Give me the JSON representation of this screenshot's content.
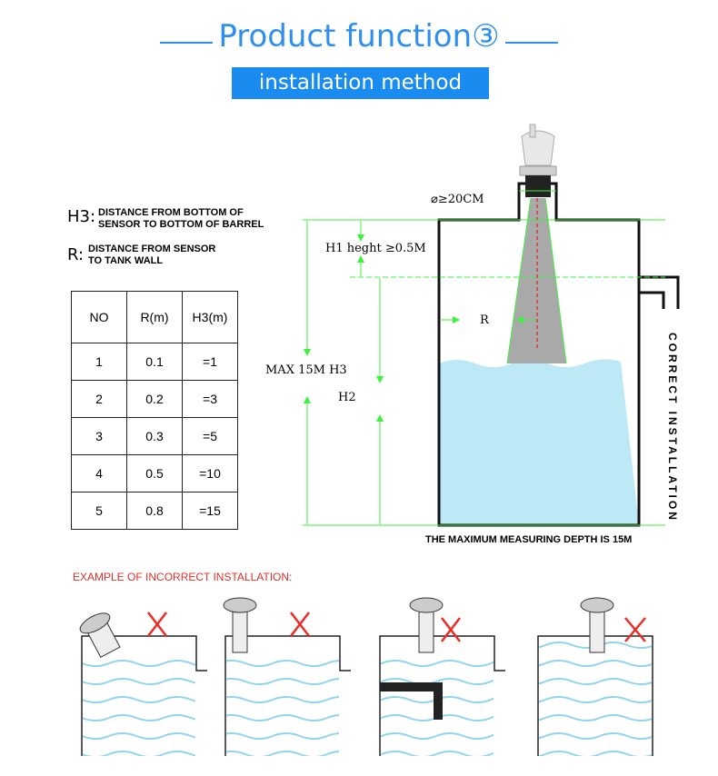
{
  "header": {
    "title": "Product function③",
    "subtitle": "installation method"
  },
  "definitions": [
    {
      "key": "H3:",
      "text_line1": "DISTANCE FROM BOTTOM OF",
      "text_line2": "SENSOR TO BOTTOM OF BARREL"
    },
    {
      "key": "R:",
      "text_line1": "DISTANCE FROM SENSOR",
      "text_line2": "TO TANK WALL"
    }
  ],
  "table": {
    "headers": [
      "NO",
      "R(m)",
      "H3(m)"
    ],
    "rows": [
      [
        "1",
        "0.1",
        "=1"
      ],
      [
        "2",
        "0.2",
        "=3"
      ],
      [
        "3",
        "0.3",
        "=5"
      ],
      [
        "4",
        "0.5",
        "=10"
      ],
      [
        "5",
        "0.8",
        "=15"
      ]
    ]
  },
  "diagram": {
    "diameter_label": "⌀≥20CM",
    "h1_label": "H1 heght ≥0.5M",
    "r_label": "R",
    "max_label": "MAX 15M H3",
    "h2_label": "H2",
    "caption": "THE MAXIMUM MEASURING DEPTH IS 15M",
    "correct_label": "CORRECT INSTALLATION",
    "colors": {
      "guide": "#3cf23c",
      "water": "#bde8f6",
      "beam": "#a9a9a9",
      "axis": "#e02020",
      "x_mark": "#ee2a24"
    }
  },
  "incorrect": {
    "title": "EXAMPLE OF INCORRECT INSTALLATION:"
  }
}
